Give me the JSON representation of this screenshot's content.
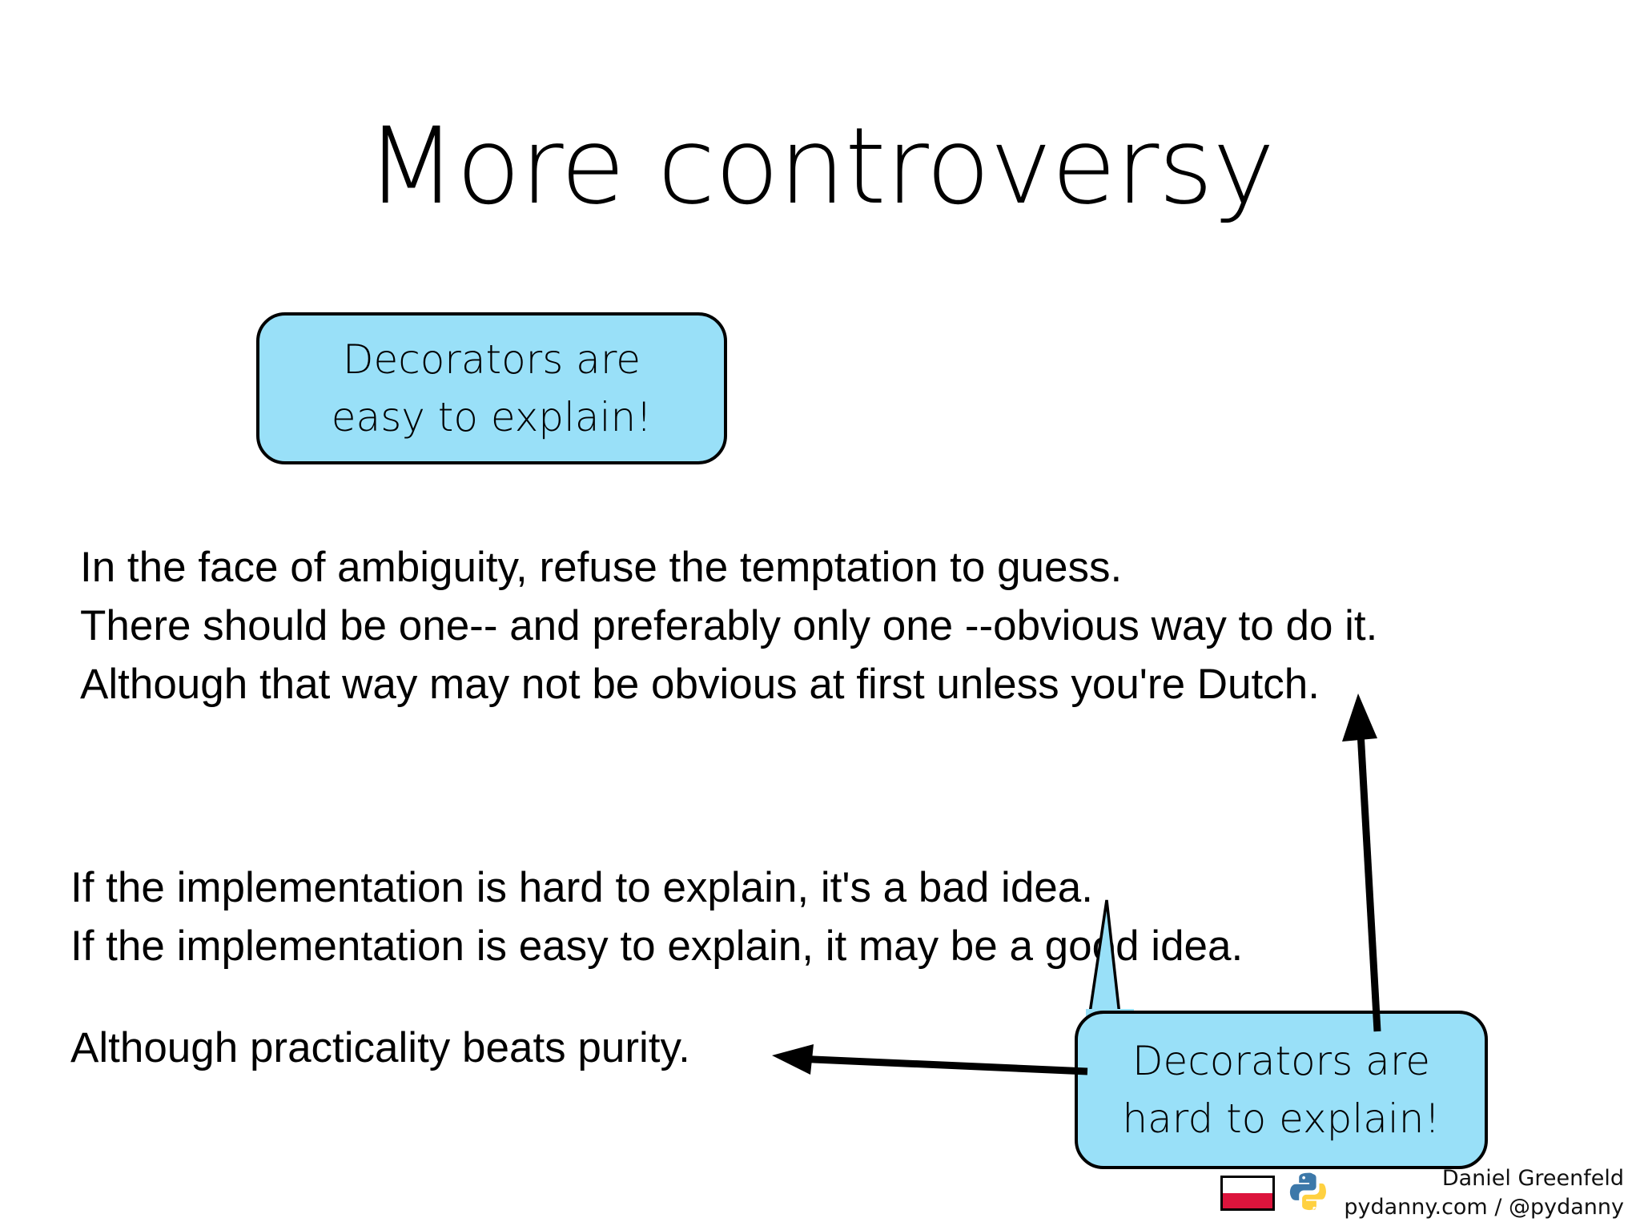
{
  "slide": {
    "title": "More controversy",
    "background_color": "#ffffff",
    "text_color": "#000000"
  },
  "callouts": [
    {
      "id": "easy",
      "lines": [
        "Decorators are",
        "easy to explain!"
      ],
      "fill_color": "#99e0f8",
      "border_color": "#000000",
      "has_tail": false
    },
    {
      "id": "hard",
      "lines": [
        "Decorators are",
        "hard to explain!"
      ],
      "fill_color": "#99e0f8",
      "border_color": "#000000",
      "has_tail": true
    }
  ],
  "zen_blocks": [
    {
      "id": "block-1",
      "lines": [
        "In the face of ambiguity, refuse the temptation to guess.",
        "There should be one-- and preferably only one --obvious way to do it.",
        "Although that way may not be obvious at first unless you're Dutch."
      ]
    },
    {
      "id": "block-2",
      "lines": [
        "If the implementation is hard to explain, it's a bad idea.",
        "If the implementation is easy to explain, it may be a good idea."
      ]
    },
    {
      "id": "block-3",
      "lines": [
        "Although practicality beats purity."
      ]
    }
  ],
  "arrows": [
    {
      "id": "arrow-up-dutch",
      "direction": "up",
      "from": "callout-hard",
      "to": "zen-line-dutch",
      "color": "#000000"
    },
    {
      "id": "arrow-left-purity",
      "direction": "left",
      "from": "callout-hard",
      "to": "zen-line-purity",
      "color": "#000000"
    }
  ],
  "footer": {
    "flag_icon": "poland-flag-icon",
    "flag_colors": {
      "top": "#ffffff",
      "bottom": "#dc143c"
    },
    "python_icon": "python-logo-icon",
    "python_colors": {
      "blue": "#3C78A9",
      "yellow": "#FFD140"
    },
    "author": "Daniel Greenfeld",
    "handle": "pydanny.com / @pydanny"
  }
}
